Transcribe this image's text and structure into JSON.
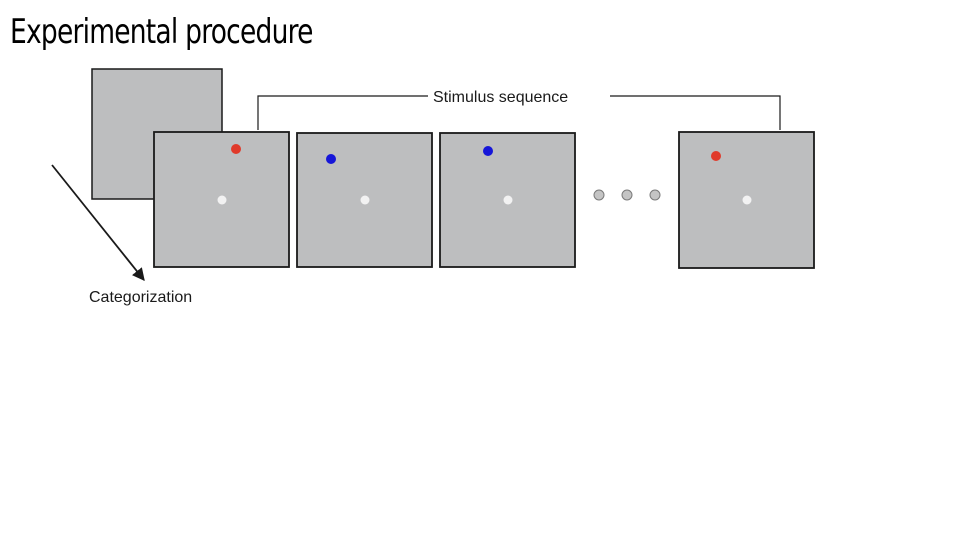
{
  "slide": {
    "title": "Experimental procedure"
  },
  "diagram": {
    "sequence_label": "Stimulus sequence",
    "categorization_label": "Categorization",
    "colors": {
      "screen_fill": "#bdbebf",
      "screen_border": "#1a1a1a",
      "fixation": "#f2f2f2",
      "red_stimulus": "#e03a2a",
      "blue_stimulus": "#1616d8",
      "ellipsis_dot": "#c4c4c4"
    },
    "frames": [
      {
        "name": "frame-1",
        "stimulus_color": "red"
      },
      {
        "name": "frame-2",
        "stimulus_color": "blue"
      },
      {
        "name": "frame-3",
        "stimulus_color": "blue"
      },
      {
        "name": "frame-last",
        "stimulus_color": "red"
      }
    ]
  }
}
